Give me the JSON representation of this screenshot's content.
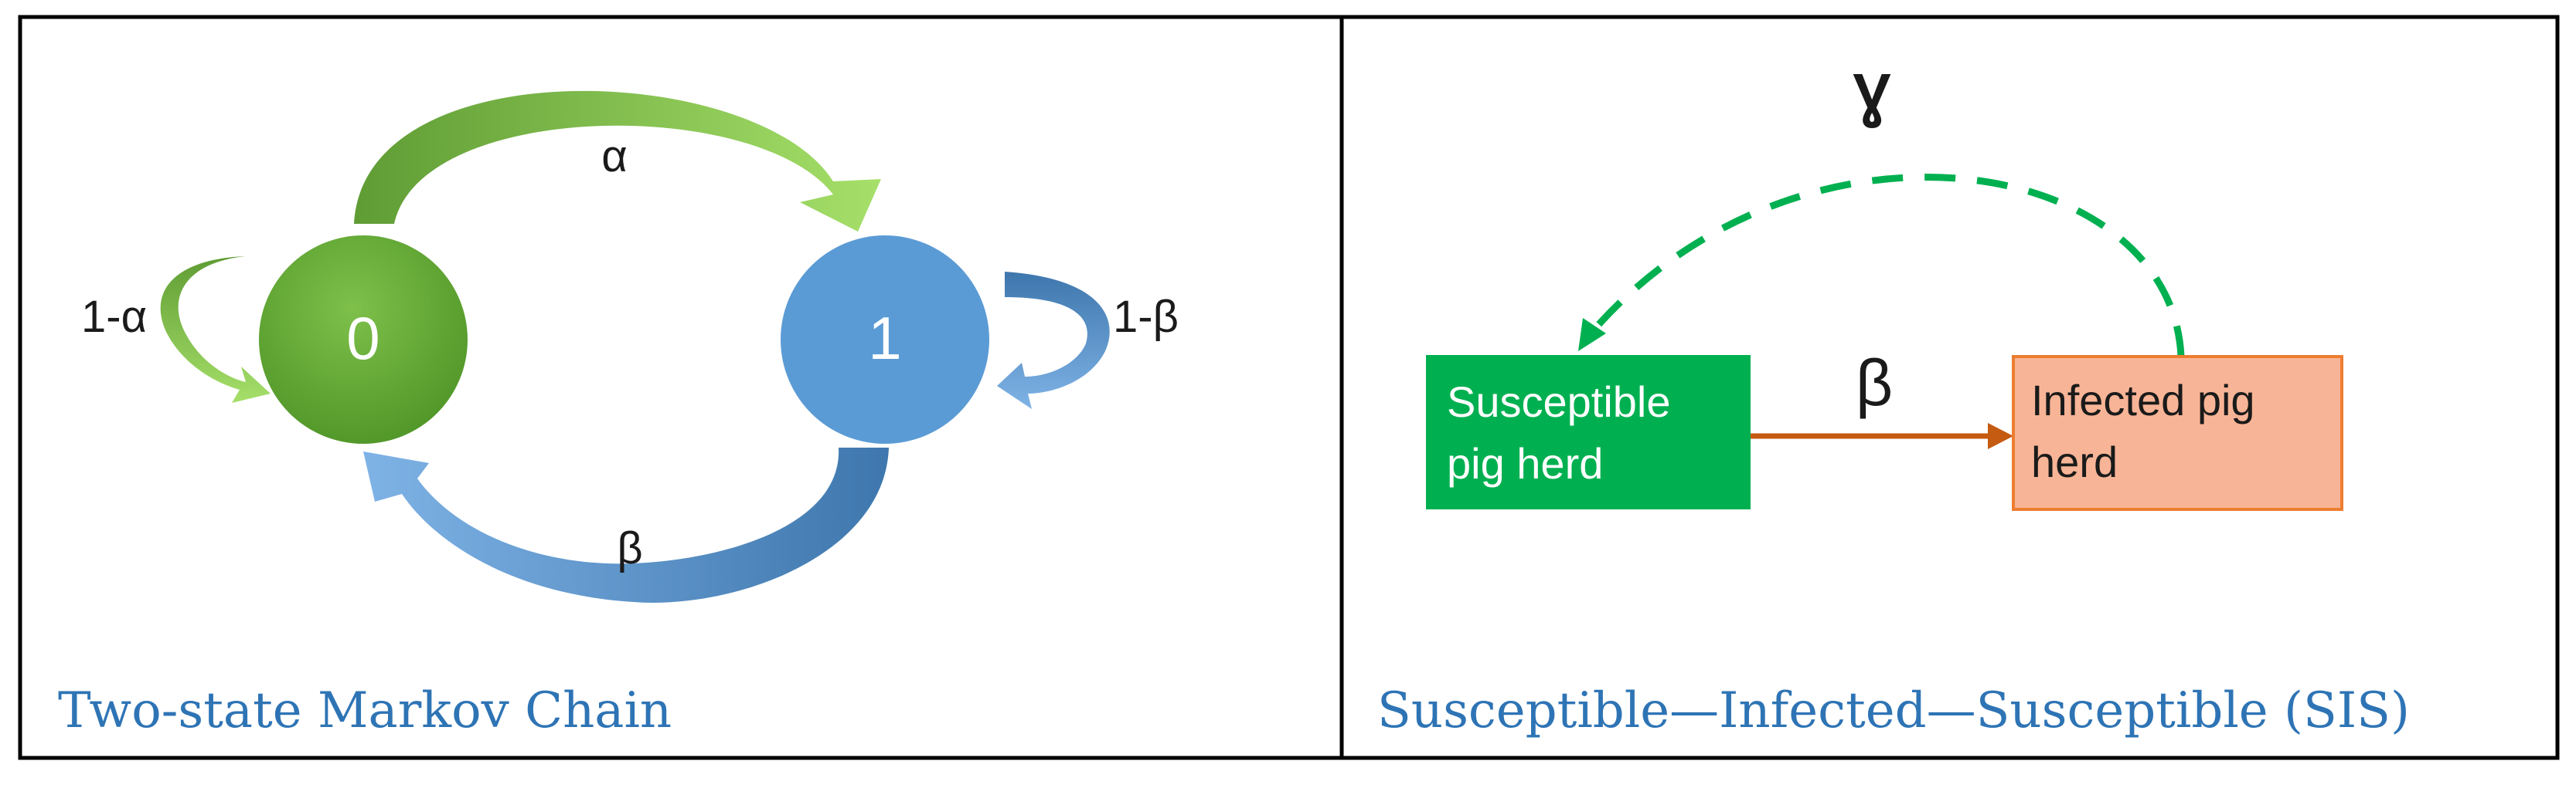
{
  "markov": {
    "caption": "Two-state Markov Chain",
    "state0": "0",
    "state1": "1",
    "alpha": "α",
    "beta": "β",
    "stay0": "1-α",
    "stay1": "1-β"
  },
  "sis": {
    "caption": "Susceptible—Infected—Susceptible (SIS)",
    "gamma": "Ɣ",
    "beta": "β",
    "susceptible_line1": "Susceptible",
    "susceptible_line2": "pig herd",
    "infected_line1": "Infected pig",
    "infected_line2": "herd"
  },
  "colors": {
    "green_dark": "#4f9527",
    "green_light": "#8fd45a",
    "blue": "#5b9bd5",
    "blue_dark": "#3e77ad",
    "box_green": "#00b050",
    "box_orange": "#f8b496",
    "arrow_orange": "#c55a11",
    "dashed_green": "#00b050",
    "caption_blue": "#2e74b5"
  }
}
